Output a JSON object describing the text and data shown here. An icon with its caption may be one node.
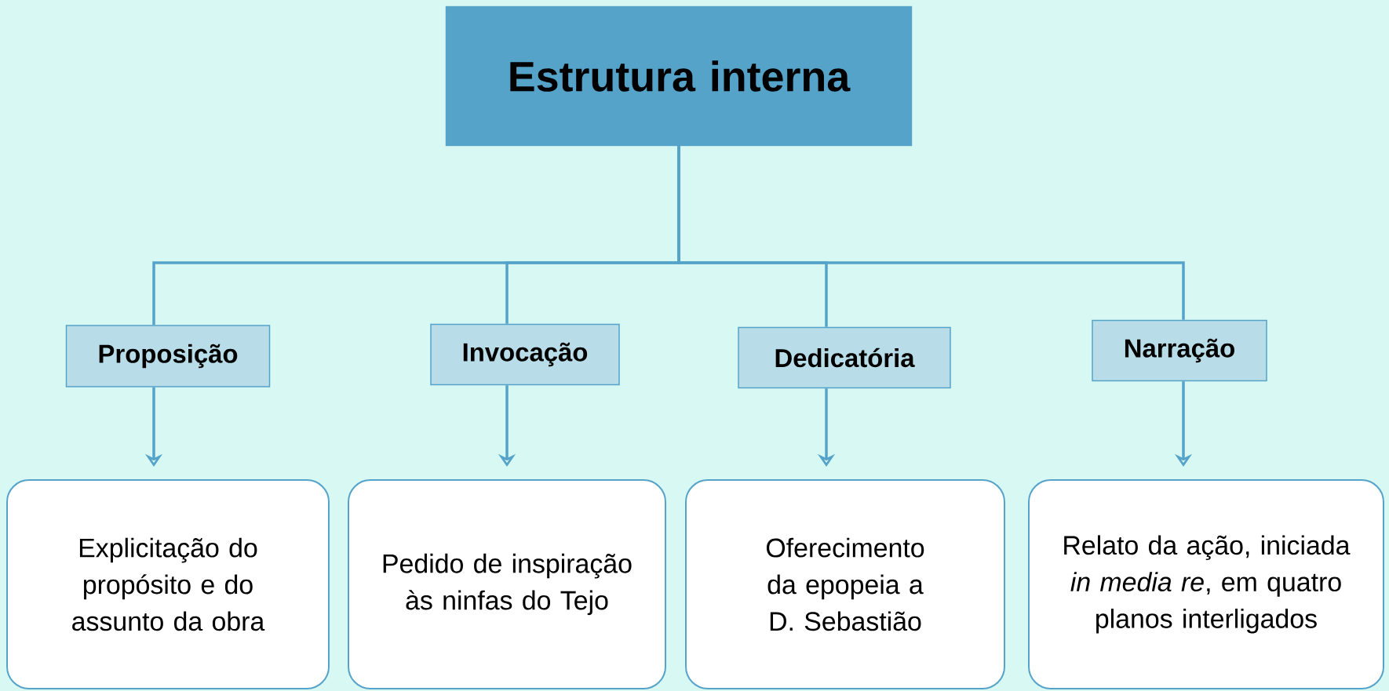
{
  "diagram": {
    "nodes": [
      {
        "text": [
          "Estrutura interna"
        ]
      },
      {
        "text": [
          "Proposição"
        ]
      },
      {
        "text": [
          "Invocação"
        ]
      },
      {
        "text": [
          "Dedicatória"
        ]
      },
      {
        "text": [
          "Narração"
        ]
      },
      {
        "text": [
          "Explicitação do propósito e do assunto da obra"
        ]
      },
      {
        "text": [
          "Pedido de inspiração às ninfas do Tejo"
        ]
      },
      {
        "text": [
          "Oferecimento da epopeia a D. Sebastião"
        ]
      },
      {
        "text": [
          "Relato da ação, iniciada *in media re*, em quatro planos interligados"
        ]
      }
    ],
    "edges": [
      {
        "from": 0,
        "to": 1,
        "arrow": "none"
      },
      {
        "from": 0,
        "to": 2,
        "arrow": "none"
      },
      {
        "from": 0,
        "to": 3,
        "arrow": "none"
      },
      {
        "from": 0,
        "to": 4,
        "arrow": "none"
      },
      {
        "from": 1,
        "to": 5,
        "arrow": "to"
      },
      {
        "from": 2,
        "to": 6,
        "arrow": "to"
      },
      {
        "from": 3,
        "to": 7,
        "arrow": "to"
      },
      {
        "from": 4,
        "to": 8,
        "arrow": "to"
      }
    ]
  }
}
